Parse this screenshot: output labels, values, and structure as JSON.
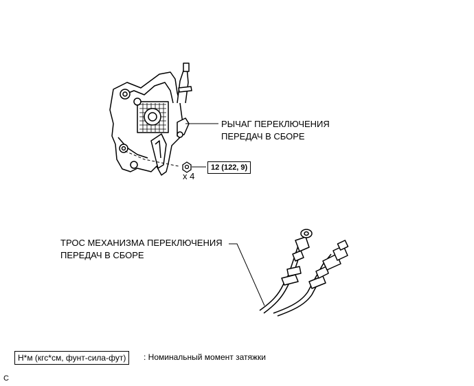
{
  "shift_lever": {
    "label_line1": "РЫЧАГ ПЕРЕКЛЮЧЕНИЯ",
    "label_line2": "ПЕРЕДАЧ В СБОРЕ",
    "quantity": "x 4",
    "torque": "12 (122, 9)"
  },
  "shift_cable": {
    "label_line1": "ТРОС МЕХАНИЗМА ПЕРЕКЛЮЧЕНИЯ",
    "label_line2": "ПЕРЕДАЧ В СБОРЕ"
  },
  "legend": {
    "unit_box": "Н*м (кгс*см, фунт-сила-фут)",
    "description": ": Номинальный момент затяжки"
  },
  "corner_mark": "C"
}
